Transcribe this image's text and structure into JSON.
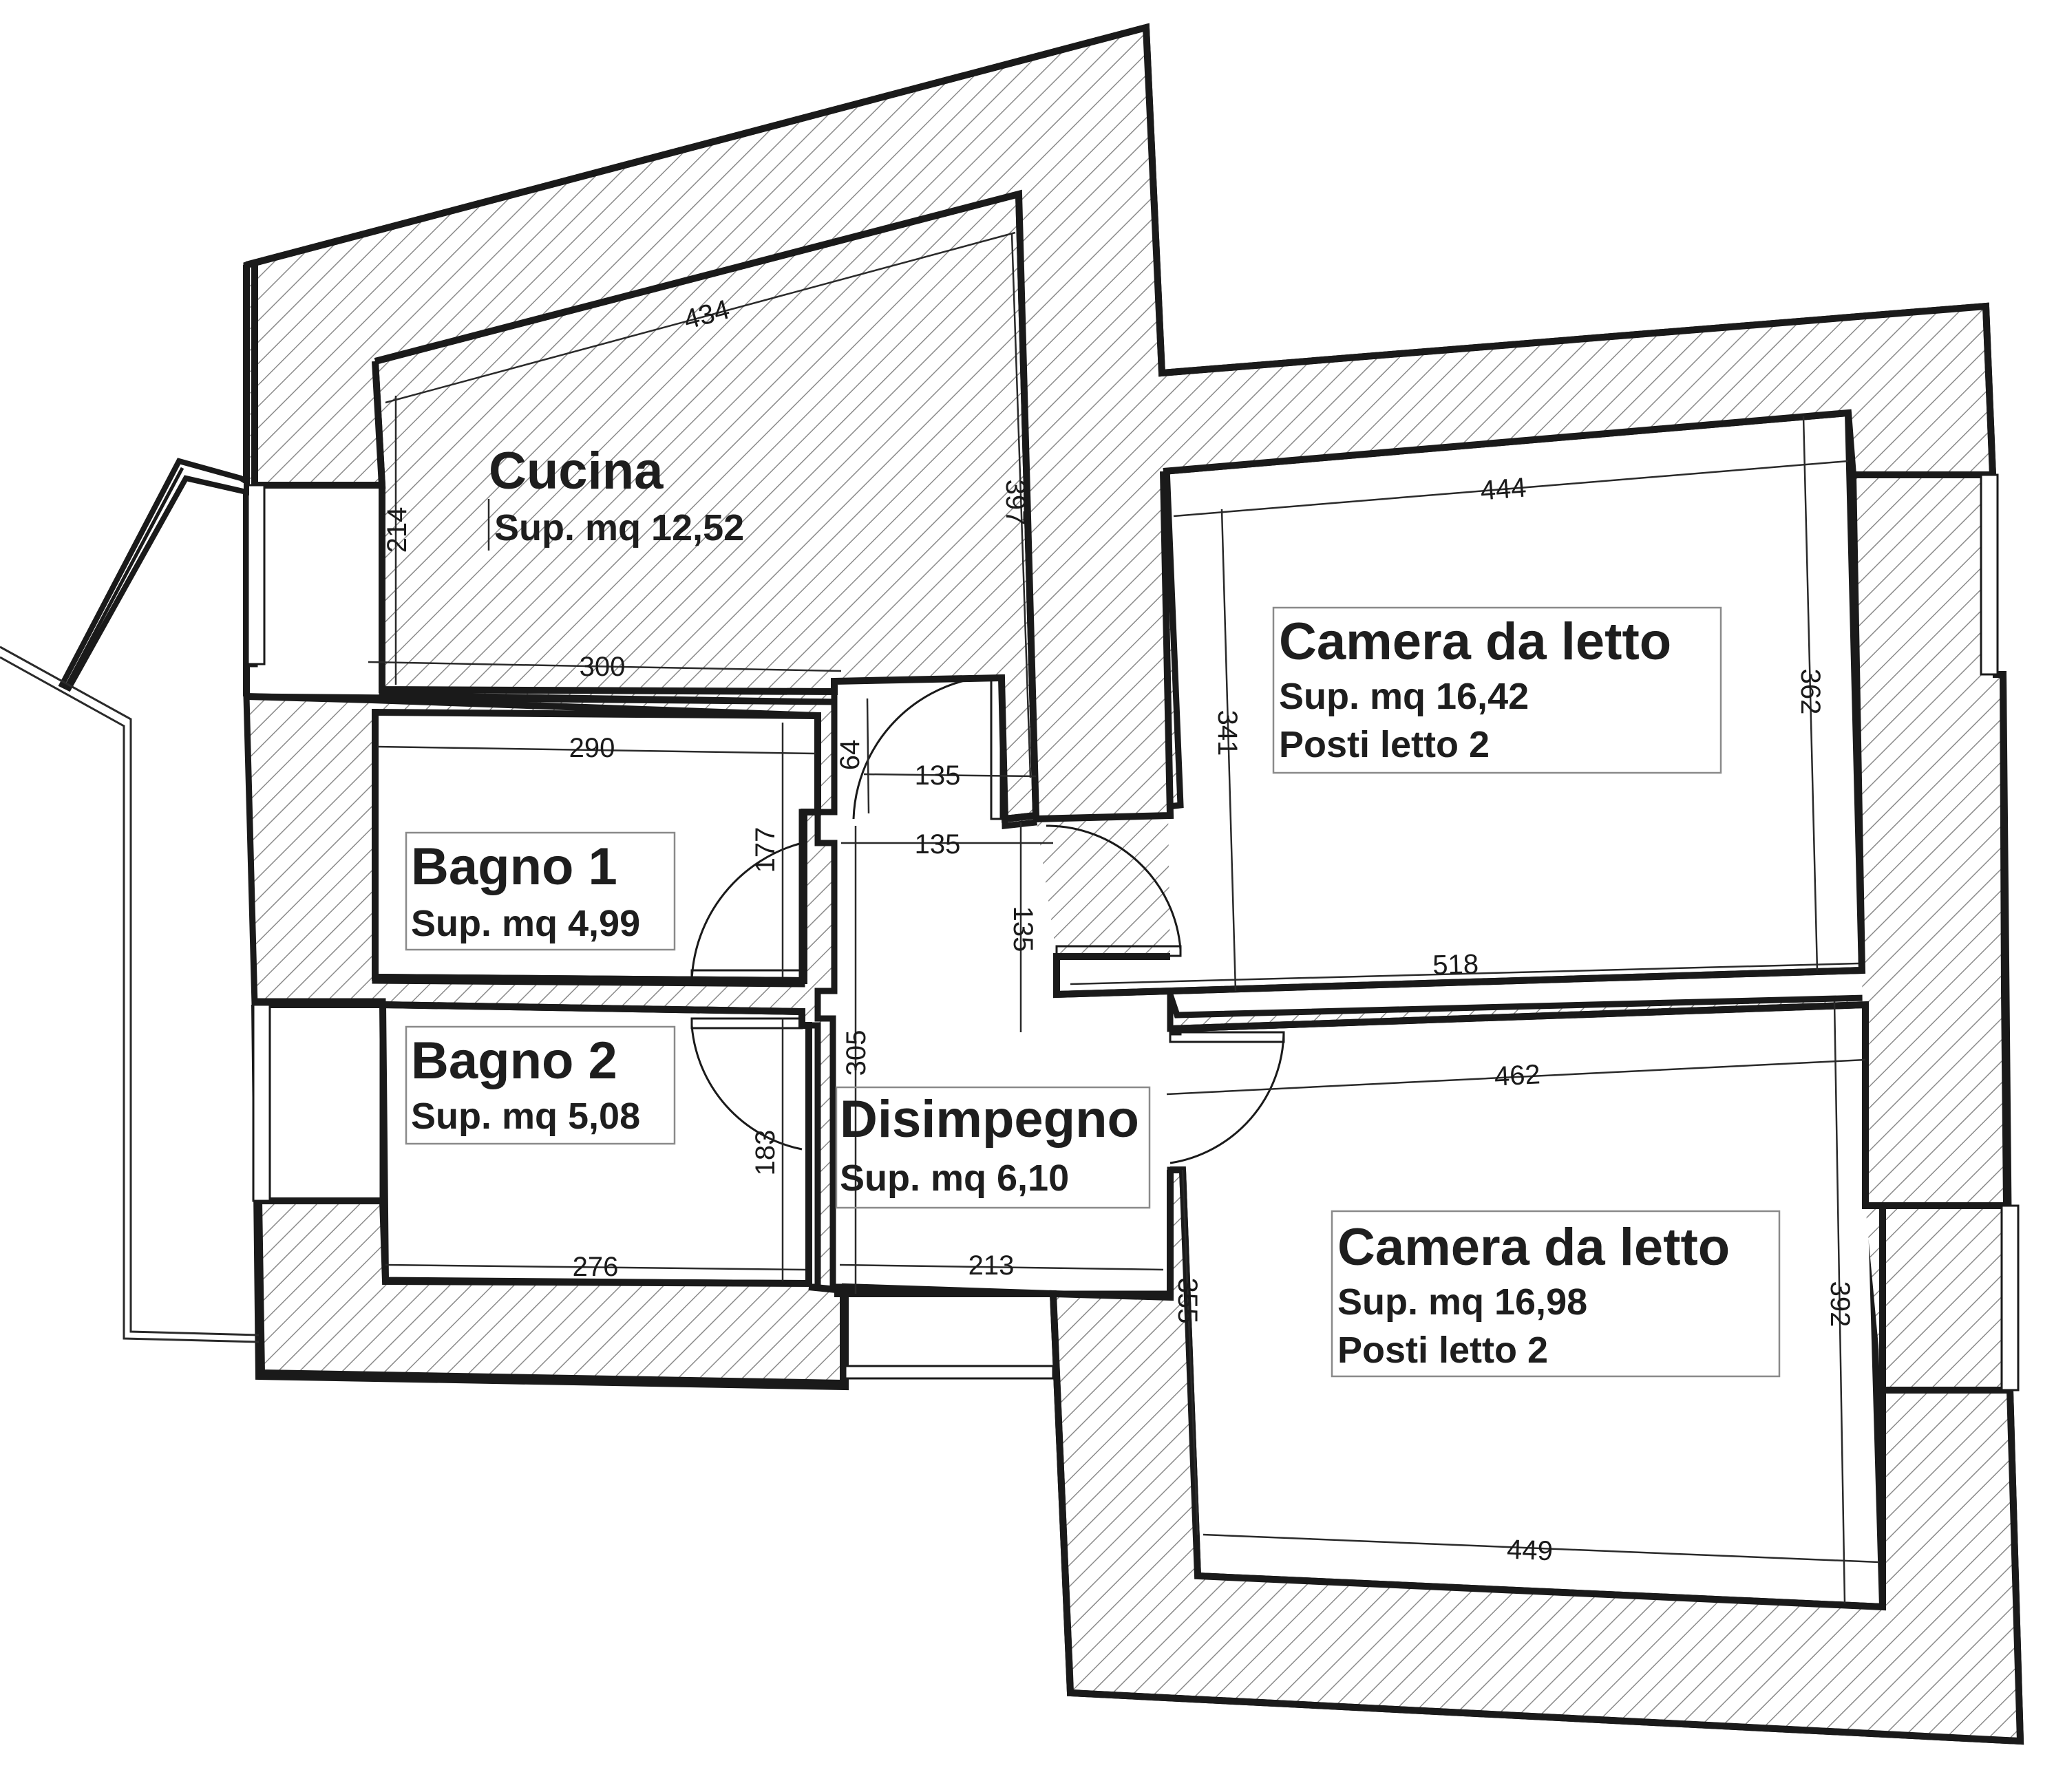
{
  "rooms": {
    "cucina": {
      "name": "Cucina",
      "area": "Sup. mq 12,52"
    },
    "camera1": {
      "name": "Camera da letto",
      "area": "Sup. mq 16,42",
      "beds": "Posti letto 2"
    },
    "bagno1": {
      "name": "Bagno 1",
      "area": "Sup. mq 4,99"
    },
    "bagno2": {
      "name": "Bagno 2",
      "area": "Sup. mq 5,08"
    },
    "disimpegno": {
      "name": "Disimpegno",
      "area": "Sup. mq 6,10"
    },
    "camera2": {
      "name": "Camera da letto",
      "area": "Sup. mq 16,98",
      "beds": "Posti letto 2"
    }
  },
  "dimensions": {
    "cucina_width": "434",
    "cucina_left": "214",
    "cucina_right": "397",
    "cucina_bottom": "300",
    "cam1_top": "444",
    "cam1_left": "341",
    "cam1_right": "362",
    "cam1_bottom": "518",
    "bagno1_width": "290",
    "bagno1_height": "177",
    "bagno2_width": "276",
    "bagno2_height": "183",
    "dis_small": "64",
    "dis_upper": "135",
    "dis_mid": "135",
    "dis_vert": "135",
    "dis_height": "305",
    "dis_bottom": "213",
    "cam2_top": "462",
    "cam2_left": "355",
    "cam2_right": "392",
    "cam2_bottom": "449"
  }
}
